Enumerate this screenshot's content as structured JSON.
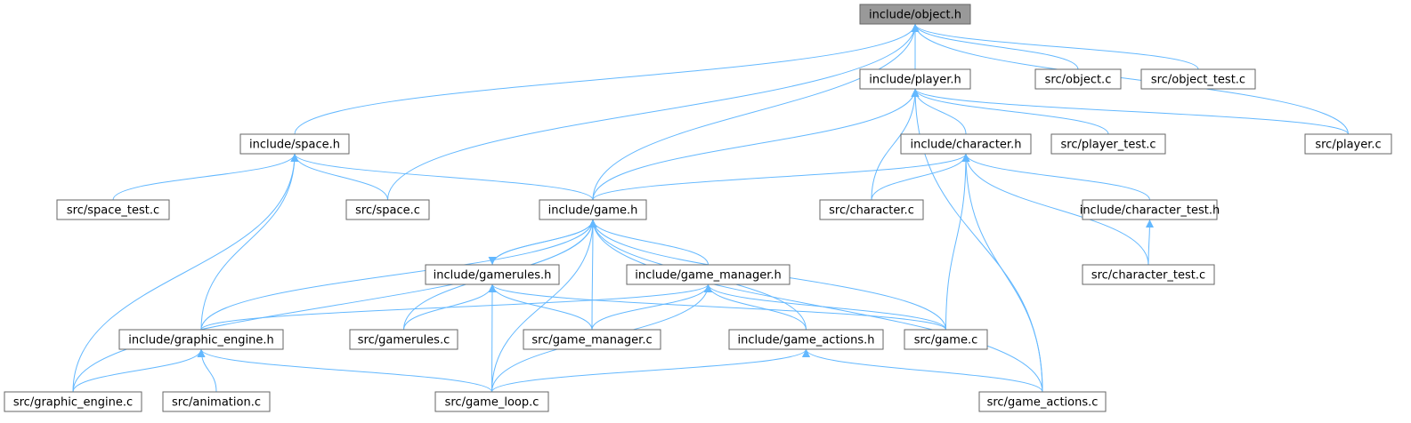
{
  "colors": {
    "edge": "#63b8ff",
    "node_border": "#666666",
    "node_fill": "#ffffff",
    "root_fill": "#999999"
  },
  "nodes": [
    {
      "id": "object_h",
      "label": "include/object.h",
      "root": true
    },
    {
      "id": "player_h",
      "label": "include/player.h"
    },
    {
      "id": "object_c",
      "label": "src/object.c"
    },
    {
      "id": "object_test_c",
      "label": "src/object_test.c"
    },
    {
      "id": "space_h",
      "label": "include/space.h"
    },
    {
      "id": "character_h",
      "label": "include/character.h"
    },
    {
      "id": "player_test_c",
      "label": "src/player_test.c"
    },
    {
      "id": "player_c",
      "label": "src/player.c"
    },
    {
      "id": "space_test_c",
      "label": "src/space_test.c"
    },
    {
      "id": "space_c",
      "label": "src/space.c"
    },
    {
      "id": "game_h",
      "label": "include/game.h"
    },
    {
      "id": "character_c",
      "label": "src/character.c"
    },
    {
      "id": "character_test_h",
      "label": "include/character_test.h"
    },
    {
      "id": "gamerules_h",
      "label": "include/gamerules.h"
    },
    {
      "id": "game_manager_h",
      "label": "include/game_manager.h"
    },
    {
      "id": "character_test_c",
      "label": "src/character_test.c"
    },
    {
      "id": "graphic_engine_h",
      "label": "include/graphic_engine.h"
    },
    {
      "id": "gamerules_c",
      "label": "src/gamerules.c"
    },
    {
      "id": "game_manager_c",
      "label": "src/game_manager.c"
    },
    {
      "id": "game_actions_h",
      "label": "include/game_actions.h"
    },
    {
      "id": "game_c",
      "label": "src/game.c"
    },
    {
      "id": "graphic_engine_c",
      "label": "src/graphic_engine.c"
    },
    {
      "id": "animation_c",
      "label": "src/animation.c"
    },
    {
      "id": "game_loop_c",
      "label": "src/game_loop.c"
    },
    {
      "id": "game_actions_c",
      "label": "src/game_actions.c"
    }
  ],
  "edges": [
    {
      "from": "player_h",
      "to": "object_h"
    },
    {
      "from": "object_c",
      "to": "object_h"
    },
    {
      "from": "object_test_c",
      "to": "object_h"
    },
    {
      "from": "space_h",
      "to": "object_h"
    },
    {
      "from": "space_c",
      "to": "object_h"
    },
    {
      "from": "game_h",
      "to": "object_h"
    },
    {
      "from": "player_c",
      "to": "object_h"
    },
    {
      "from": "character_h",
      "to": "player_h"
    },
    {
      "from": "player_test_c",
      "to": "player_h"
    },
    {
      "from": "player_c",
      "to": "player_h"
    },
    {
      "from": "game_h",
      "to": "player_h"
    },
    {
      "from": "character_c",
      "to": "player_h"
    },
    {
      "from": "game_actions_c",
      "to": "player_h"
    },
    {
      "from": "space_test_c",
      "to": "space_h"
    },
    {
      "from": "space_c",
      "to": "space_h"
    },
    {
      "from": "game_h",
      "to": "space_h"
    },
    {
      "from": "graphic_engine_h",
      "to": "space_h"
    },
    {
      "from": "graphic_engine_c",
      "to": "space_h"
    },
    {
      "from": "game_h",
      "to": "character_h"
    },
    {
      "from": "character_c",
      "to": "character_h"
    },
    {
      "from": "character_test_h",
      "to": "character_h"
    },
    {
      "from": "character_test_c",
      "to": "character_h"
    },
    {
      "from": "game_c",
      "to": "character_h"
    },
    {
      "from": "game_actions_c",
      "to": "character_h"
    },
    {
      "from": "character_test_c",
      "to": "character_test_h"
    },
    {
      "from": "gamerules_h",
      "to": "game_h"
    },
    {
      "from": "game_manager_h",
      "to": "game_h"
    },
    {
      "from": "graphic_engine_h",
      "to": "game_h"
    },
    {
      "from": "gamerules_c",
      "to": "game_h"
    },
    {
      "from": "game_manager_c",
      "to": "game_h"
    },
    {
      "from": "game_actions_h",
      "to": "game_h"
    },
    {
      "from": "game_c",
      "to": "game_h"
    },
    {
      "from": "graphic_engine_c",
      "to": "game_h"
    },
    {
      "from": "game_loop_c",
      "to": "game_h"
    },
    {
      "from": "game_actions_c",
      "to": "game_h"
    },
    {
      "from": "game_h",
      "to": "gamerules_h"
    },
    {
      "from": "gamerules_c",
      "to": "gamerules_h"
    },
    {
      "from": "game_manager_c",
      "to": "gamerules_h"
    },
    {
      "from": "game_loop_c",
      "to": "gamerules_h"
    },
    {
      "from": "game_c",
      "to": "gamerules_h"
    },
    {
      "from": "graphic_engine_h",
      "to": "game_manager_h"
    },
    {
      "from": "game_manager_c",
      "to": "game_manager_h"
    },
    {
      "from": "game_actions_h",
      "to": "game_manager_h"
    },
    {
      "from": "game_c",
      "to": "game_manager_h"
    },
    {
      "from": "game_loop_c",
      "to": "game_manager_h"
    },
    {
      "from": "graphic_engine_c",
      "to": "graphic_engine_h"
    },
    {
      "from": "animation_c",
      "to": "graphic_engine_h"
    },
    {
      "from": "game_loop_c",
      "to": "graphic_engine_h"
    },
    {
      "from": "game_loop_c",
      "to": "game_actions_h"
    },
    {
      "from": "game_actions_c",
      "to": "game_actions_h"
    }
  ]
}
